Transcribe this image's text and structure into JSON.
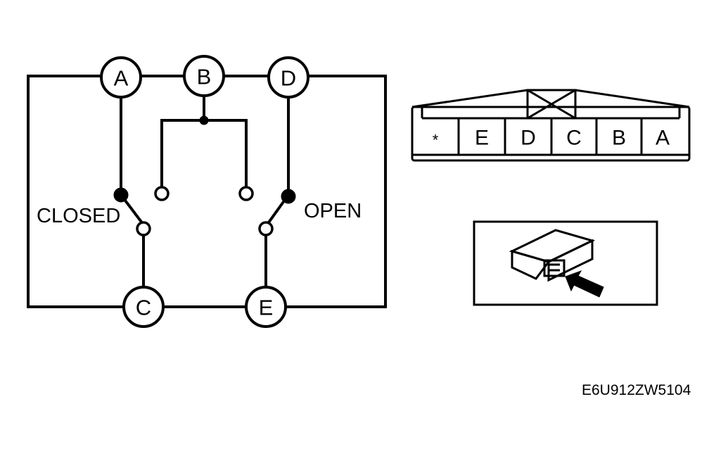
{
  "diagram": {
    "terminals": {
      "a": "A",
      "b": "B",
      "d": "D",
      "c": "C",
      "e": "E"
    },
    "switch_labels": {
      "closed": "CLOSED",
      "open": "OPEN"
    },
    "connector": {
      "cells": [
        "*",
        "E",
        "D",
        "C",
        "B",
        "A"
      ]
    },
    "figure_code": "E6U912ZW5104"
  }
}
